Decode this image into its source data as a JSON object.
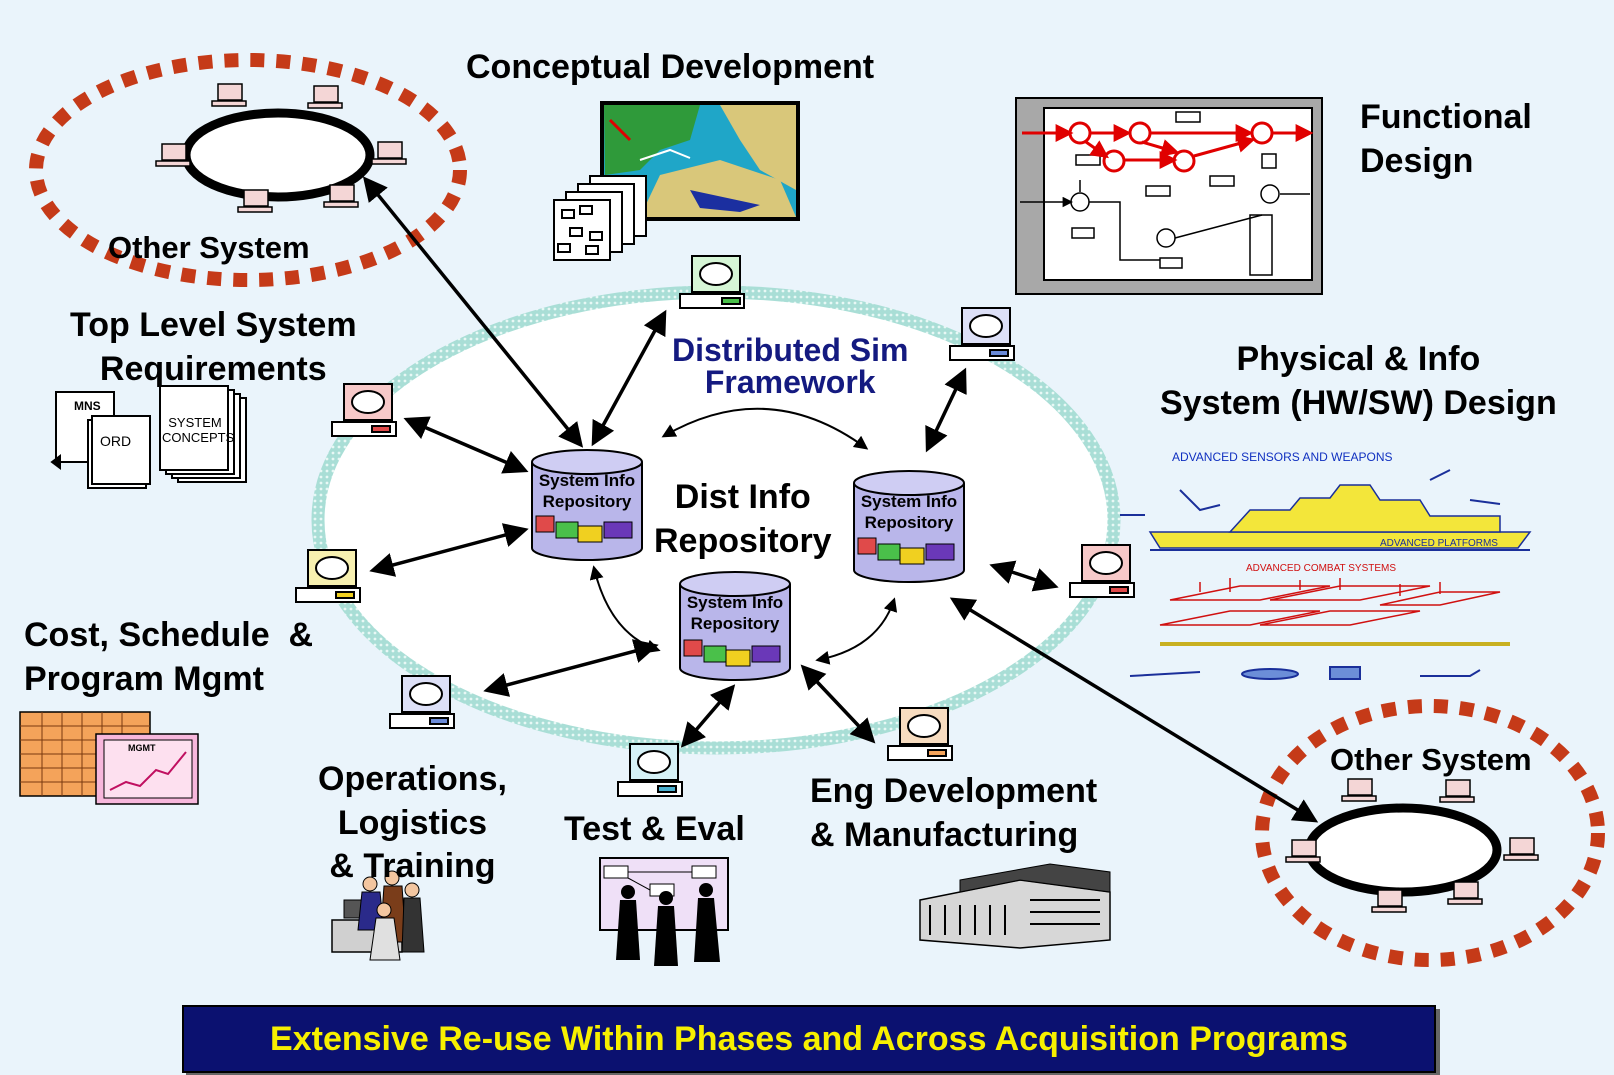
{
  "labels": {
    "conceptual_development": "Conceptual Development",
    "functional_design": "Functional\nDesign",
    "other_system_top": "Other System",
    "other_system_bottom": "Other System",
    "top_level_requirements": "Top Level System\nRequirements",
    "distributed_sim_framework": "Distributed Sim\nFramework",
    "physical_info_design": "Physical & Info\nSystem (HW/SW) Design",
    "dist_info_repository": "Dist Info\nRepository",
    "cost_schedule": "Cost, Schedule  &\nProgram Mgmt",
    "operations_logistics": "Operations,\nLogistics\n& Training",
    "test_eval": "Test & Eval",
    "eng_development": "Eng Development\n& Manufacturing"
  },
  "repositories": [
    {
      "label": "System Info\nRepository"
    },
    {
      "label": "System Info\nRepository"
    },
    {
      "label": "System Info\nRepository"
    }
  ],
  "documents": {
    "mns": "MNS",
    "ord": "ORD",
    "system_concepts": "SYSTEM\nCONCEPTS",
    "mgmt": "MGMT"
  },
  "hardware_labels": {
    "sensors_weapons": "ADVANCED SENSORS AND WEAPONS",
    "platforms": "ADVANCED PLATFORMS",
    "combat_systems": "ADVANCED COMBAT SYSTEMS"
  },
  "banner": "Extensive Re-use Within Phases and Across Acquisition Programs",
  "colors": {
    "banner_bg": "#0b1170",
    "banner_text": "#f7f000",
    "framework_title": "#141a80",
    "ring": "#7fd6cc",
    "dashed_ring": "#c53a18",
    "repository": "#b9b6ea"
  }
}
